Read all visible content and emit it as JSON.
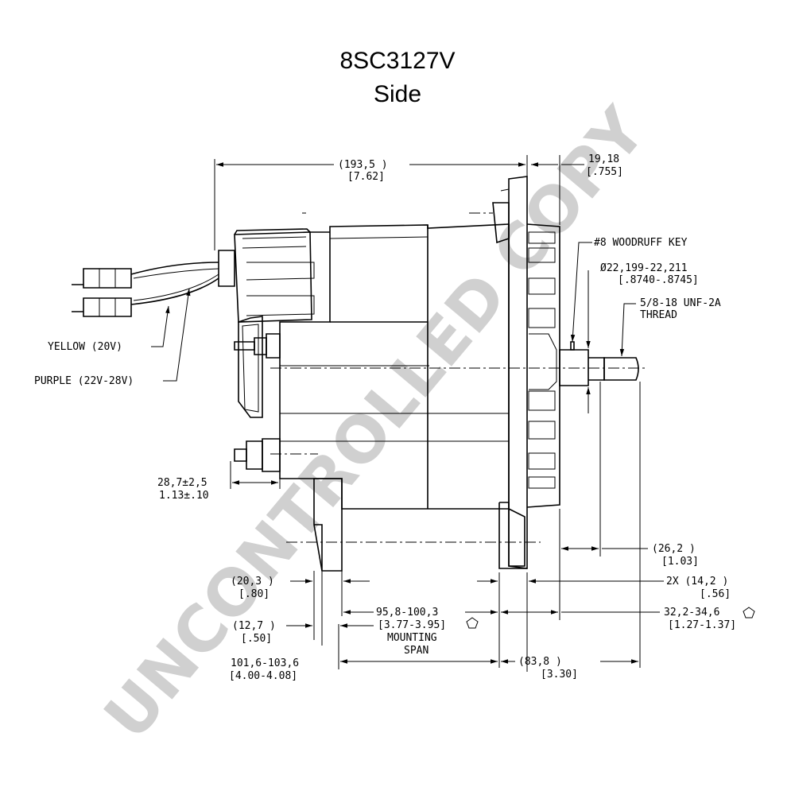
{
  "title": "8SC3127V",
  "subtitle": "Side",
  "watermark": "UNCONTROLLED COPY",
  "dims": {
    "overall_len": "(193,5 )",
    "overall_len_in": "[7.62]",
    "flange_to_shaft": "19,18",
    "flange_to_shaft_in": "[.755]",
    "key": "#8 WOODRUFF KEY",
    "shaft_dia": "Ø22,199-22,211",
    "shaft_dia_in": "[.8740-.8745]",
    "thread": "5/8-18 UNF-2A",
    "thread2": "THREAD",
    "yellow": "YELLOW (20V)",
    "purple": "PURPLE (22V-28V)",
    "term": "28,7±2,5",
    "term_in": "1.13±.10",
    "d262": "(26,2 )",
    "d262_in": "[1.03]",
    "d203": "(20,3 )",
    "d203_in": "[.80]",
    "d142": "2X (14,2 )",
    "d142_in": "[.56]",
    "span": "95,8-100,3",
    "span_in": "[3.77-3.95]",
    "span_l1": "MOUNTING",
    "span_l2": "SPAN",
    "d322": "32,2-34,6",
    "d322_in": "[1.27-1.37]",
    "d127": "(12,7 )",
    "d127_in": "[.50]",
    "d1016": "101,6-103,6",
    "d1016_in": "[4.00-4.08]",
    "d838": "(83,8 )",
    "d838_in": "[3.30]"
  }
}
